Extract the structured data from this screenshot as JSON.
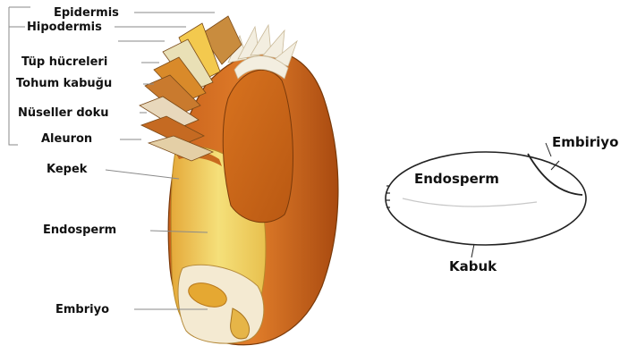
{
  "grain_diagram": {
    "labels": {
      "epidermis": "Epidermis",
      "hipodermis": "Hipodermis",
      "tup_hucreleri": "Tüp hücreleri",
      "tohum_kabugu": "Tohum kabuğu",
      "huseller_doku": "Nüseller doku",
      "aleuron": "Aleuron",
      "kepek": "Kepek",
      "endosperm": "Endosperm",
      "embriyo": "Embriyo"
    }
  },
  "schematic_diagram": {
    "labels": {
      "embiriyo": "Embiriyo",
      "endosperm": "Endosperm",
      "kabuk": "Kabuk"
    }
  },
  "colors": {
    "bran_orange": "#d2691e",
    "bran_dark": "#b4500f",
    "endosperm_yellow": "#f2dc6a",
    "leader_line": "#8a8a8a",
    "text": "#111111"
  }
}
